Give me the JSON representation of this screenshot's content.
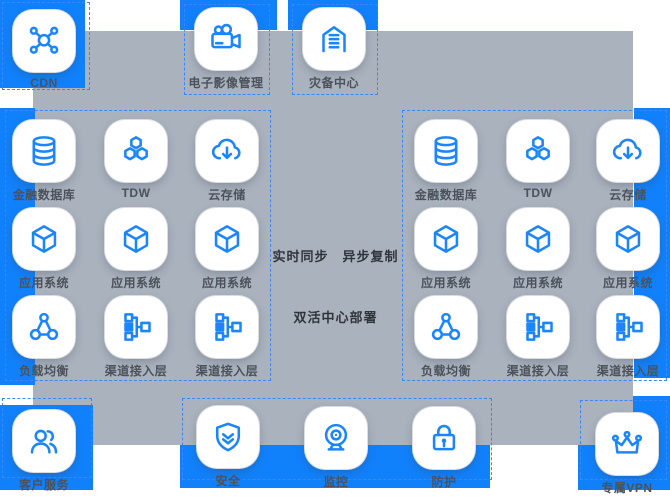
{
  "colors": {
    "accent_blue": "#1181FB",
    "panel_gray": "#A9B2BD",
    "dashed_blue": "#3B87F7",
    "icon_blue": "#1B86FB",
    "label_gray": "#4B525B",
    "annotation_dark": "#30353B"
  },
  "top_nodes": [
    {
      "label": "CDN",
      "icon": "network-nodes"
    },
    {
      "label": "电子影像管理",
      "icon": "video-camera"
    },
    {
      "label": "灾备中心",
      "icon": "warehouse"
    }
  ],
  "dc_left": {
    "nodes": [
      {
        "label": "金融数据库",
        "icon": "database"
      },
      {
        "label": "TDW",
        "icon": "hexagon-cluster"
      },
      {
        "label": "云存储",
        "icon": "cloud-download"
      },
      {
        "label": "应用系统",
        "icon": "cube"
      },
      {
        "label": "应用系统",
        "icon": "cube"
      },
      {
        "label": "应用系统",
        "icon": "cube"
      },
      {
        "label": "负载均衡",
        "icon": "load-balancer"
      },
      {
        "label": "渠道接入层",
        "icon": "org-tree"
      },
      {
        "label": "渠道接入层",
        "icon": "org-tree"
      }
    ]
  },
  "dc_right": {
    "nodes": [
      {
        "label": "金融数据库",
        "icon": "database"
      },
      {
        "label": "TDW",
        "icon": "hexagon-cluster"
      },
      {
        "label": "云存储",
        "icon": "cloud-download"
      },
      {
        "label": "应用系统",
        "icon": "cube"
      },
      {
        "label": "应用系统",
        "icon": "cube"
      },
      {
        "label": "应用系统",
        "icon": "cube"
      },
      {
        "label": "负载均衡",
        "icon": "load-balancer"
      },
      {
        "label": "渠道接入层",
        "icon": "org-tree"
      },
      {
        "label": "渠道接入层",
        "icon": "org-tree"
      }
    ]
  },
  "annotations": {
    "sync": "实时同步　异步复制",
    "deploy": "双活中心部署"
  },
  "bottom_nodes": [
    {
      "label": "客户服务",
      "icon": "people"
    },
    {
      "label": "安全",
      "icon": "shield-check"
    },
    {
      "label": "监控",
      "icon": "webcam"
    },
    {
      "label": "防护",
      "icon": "padlock"
    },
    {
      "label": "专属VPN",
      "icon": "crown"
    }
  ]
}
